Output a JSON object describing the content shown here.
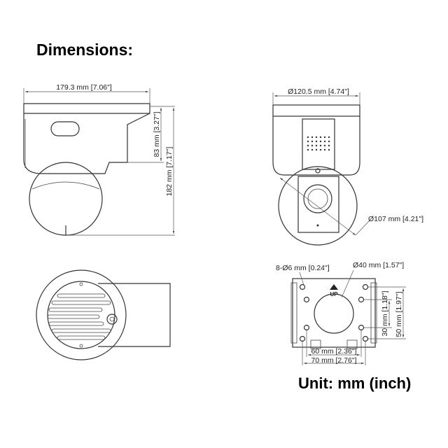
{
  "heading": "Dimensions:",
  "unit_note": "Unit: mm (inch)",
  "side_view": {
    "width_label": "179.3 mm [7.06\"]",
    "upper_height_label": "83 mm [3.27\"]",
    "total_height_label": "182 mm [7.17\"]"
  },
  "front_view": {
    "top_diameter_label": "Ø120.5 mm [4.74\"]",
    "dome_diameter_label": "Ø107 mm [4.21\"]"
  },
  "mount_plate": {
    "holes_label": "8-Ø6 mm [0.24\"]",
    "center_hole_label": "Ø40 mm [1.57\"]",
    "up_marker": "UP",
    "width_inner_label": "60 mm [2.36\"]",
    "width_outer_label": "70 mm [2.76\"]",
    "height_inner_label": "30 mm [1.18\"]",
    "height_outer_label": "50 mm [1.97\"]"
  }
}
